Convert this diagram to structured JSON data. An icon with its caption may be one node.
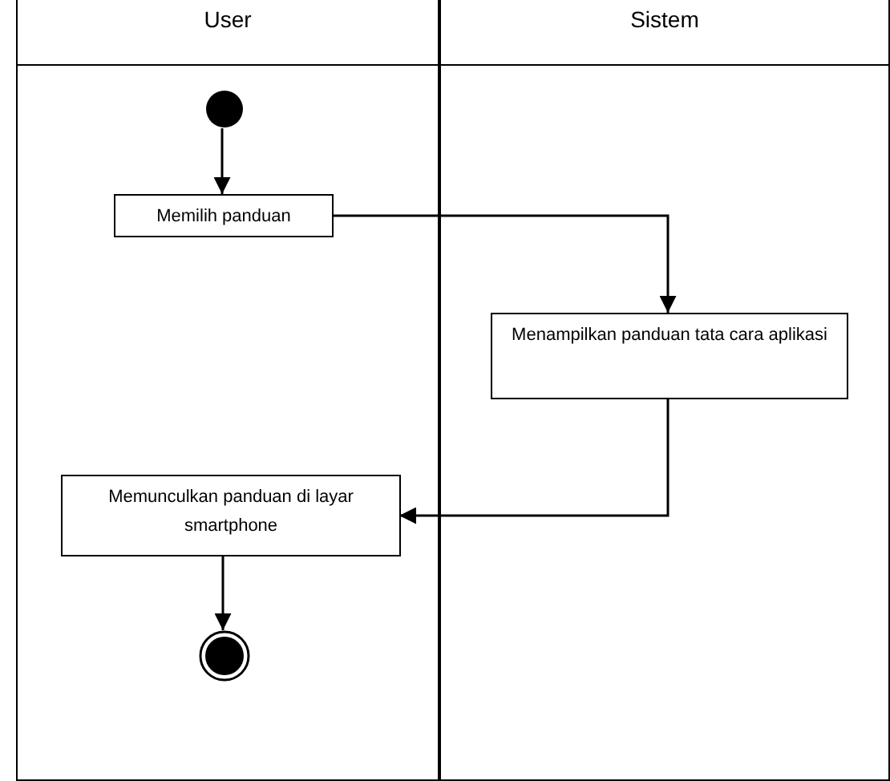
{
  "diagram": {
    "nodes": [
      {
        "text": [
          "User"
        ]
      },
      {
        "text": [
          "Sistem"
        ]
      },
      {
        "text": [],
        "shape": "circle",
        "in": 0
      },
      {
        "text": [
          "Memilih panduan"
        ],
        "in": 0
      },
      {
        "text": [
          "Menampilkan panduan tata cara aplikasi"
        ],
        "in": 1
      },
      {
        "text": [
          "Memunculkan panduan di layar smartphone"
        ],
        "in": 0
      },
      {
        "text": [],
        "shape": "bullseye",
        "in": 0
      }
    ],
    "edges": [
      {
        "from": 2,
        "to": 3,
        "arrow": "to"
      },
      {
        "from": 3,
        "to": 4,
        "arrow": "to"
      },
      {
        "from": 4,
        "to": 5,
        "arrow": "to"
      },
      {
        "from": 5,
        "to": 6,
        "arrow": "to"
      }
    ]
  }
}
